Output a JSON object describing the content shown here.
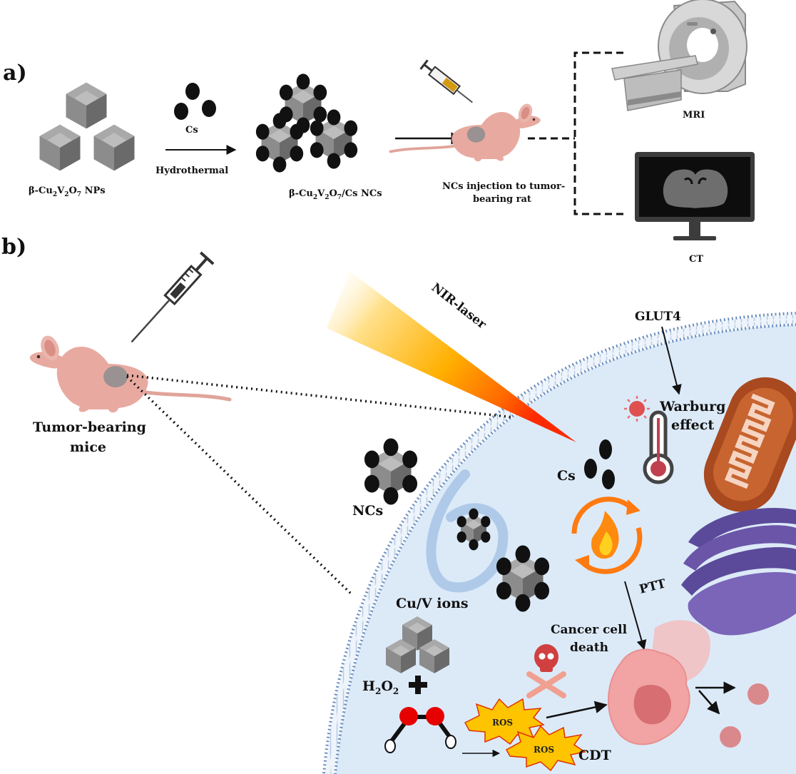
{
  "figure": {
    "panel_a": {
      "label": "a)",
      "nps_label": "β-Cu2V2O7 NPs",
      "cs_label": "Cs",
      "process_label": "Hydrothermal",
      "ncs_label": "β-Cu2V2O7/Cs NCs",
      "injection_label_line1": "NCs injection to tumor-",
      "injection_label_line2": "bearing rat",
      "mri_label": "MRI",
      "ct_label": "CT"
    },
    "panel_b": {
      "label": "b)",
      "mouse_label_line1": "Tumor-bearing",
      "mouse_label_line2": "mice",
      "laser_label": "NIR-laser",
      "glut_label": "GLUT4",
      "warburg_line1": "Warburg",
      "warburg_line2": "effect",
      "cs_label": "Cs",
      "ncs_label": "NCs",
      "ions_label": "Cu/V ions",
      "h2o2_label": "H2O2",
      "ptt_label": "PTT",
      "death_line1": "Cancer cell",
      "death_line2": "death",
      "ros_label_1": "ROS",
      "ros_label_2": "ROS",
      "cdt_label": "CDT"
    },
    "colors": {
      "cell_fill": "#dceaf8",
      "membrane": "#6b8fc0",
      "laser_tip": "#ff2a00",
      "laser_mid": "#ffb000",
      "mouse_skin": "#e8aaa0",
      "mitochondria": "#a8491f",
      "golgi": "#6a55a8",
      "ros_fill": "#ffc400",
      "ptt_ring": "#ff7a10",
      "dying_cell": "#f0a0a0",
      "oxygen_atom": "#e60000"
    }
  }
}
